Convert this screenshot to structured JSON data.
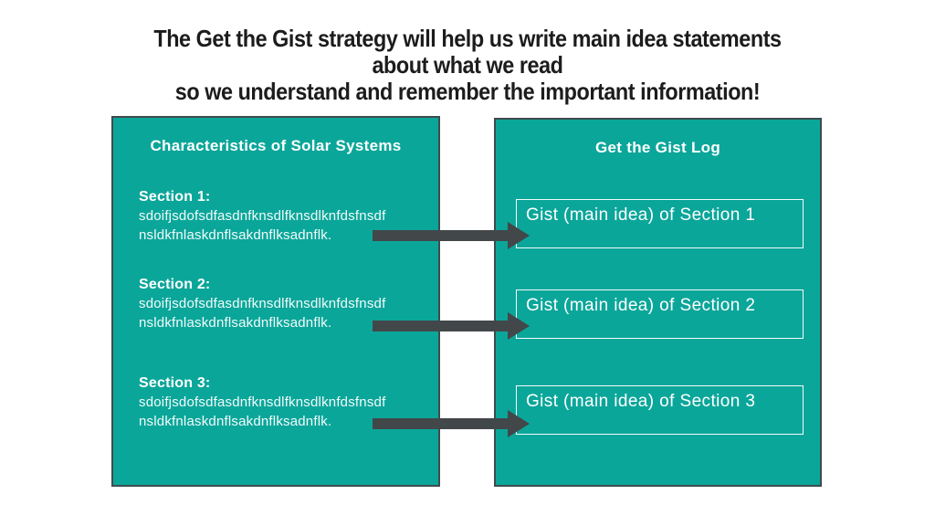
{
  "title": {
    "lines": [
      "The Get the Gist strategy will help us write main idea statements",
      "about what we read",
      "so we understand and remember the important information!"
    ]
  },
  "left_panel": {
    "header": "Characteristics of Solar Systems",
    "sections": [
      {
        "label": "Section 1:",
        "line1": "sdoifjsdofsdfasdnfknsdlfknsdlknfdsfnsdf",
        "line2": "nsldkfnlaskdnflsakdnflksadnflk."
      },
      {
        "label": "Section 2:",
        "line1": "sdoifjsdofsdfasdnfknsdlfknsdlknfdsfnsdf",
        "line2": "nsldkfnlaskdnflsakdnflksadnflk."
      },
      {
        "label": "Section 3:",
        "line1": "sdoifjsdofsdfasdnfknsdlfknsdlknfdsfnsdf",
        "line2": "nsldkfnlaskdnflsakdnflksadnflk."
      }
    ]
  },
  "right_panel": {
    "header": "Get the Gist Log",
    "entries": [
      {
        "label": "Gist (main idea) of Section 1"
      },
      {
        "label": "Gist (main idea) of Section 2"
      },
      {
        "label": "Gist (main idea) of Section 3"
      }
    ]
  },
  "colors": {
    "panel_fill": "#0ba69a",
    "panel_border": "#3e4b4e",
    "arrow": "#42474a",
    "title_text": "#1c1c1c",
    "panel_text": "#ffffff"
  }
}
